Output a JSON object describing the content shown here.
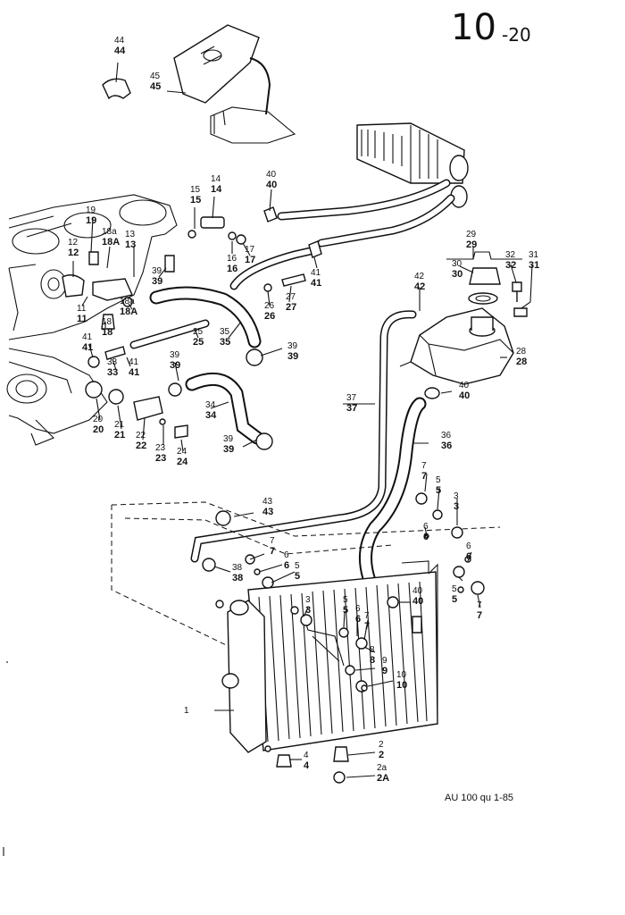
{
  "header": {
    "section": "10",
    "subsection": "-20"
  },
  "footer": {
    "reference": "AU 100 qu 1-85"
  },
  "labels": [
    {
      "key": "p44",
      "a": "44",
      "b": "44"
    },
    {
      "key": "p45",
      "a": "45",
      "b": "45"
    },
    {
      "key": "p14",
      "a": "14",
      "b": "14"
    },
    {
      "key": "p15",
      "a": "15",
      "b": "15"
    },
    {
      "key": "p40a",
      "a": "40",
      "b": "40"
    },
    {
      "key": "p19",
      "a": "19",
      "b": "19"
    },
    {
      "key": "p18a",
      "a": "18a",
      "b": "18A"
    },
    {
      "key": "p13",
      "a": "13",
      "b": "13"
    },
    {
      "key": "p12",
      "a": "12",
      "b": "12"
    },
    {
      "key": "p16",
      "a": "16",
      "b": "16"
    },
    {
      "key": "p17",
      "a": "17",
      "b": "17"
    },
    {
      "key": "p41a",
      "a": "41",
      "b": "41"
    },
    {
      "key": "p39a",
      "a": "39",
      "b": "39"
    },
    {
      "key": "p18ab",
      "a": "18a",
      "b": "18A"
    },
    {
      "key": "p18",
      "a": "18",
      "b": "18"
    },
    {
      "key": "p11",
      "a": "11",
      "b": "11"
    },
    {
      "key": "p27",
      "a": "27",
      "b": "27"
    },
    {
      "key": "p26",
      "a": "26",
      "b": "26"
    },
    {
      "key": "p25",
      "a": "25",
      "b": "25"
    },
    {
      "key": "p35",
      "a": "35",
      "b": "35"
    },
    {
      "key": "p39b",
      "a": "39",
      "b": "39"
    },
    {
      "key": "p41b",
      "a": "41",
      "b": "41"
    },
    {
      "key": "p41c",
      "a": "41",
      "b": "41"
    },
    {
      "key": "p33",
      "a": "33",
      "b": "33"
    },
    {
      "key": "p39c",
      "a": "39",
      "b": "39"
    },
    {
      "key": "p34",
      "a": "34",
      "b": "34"
    },
    {
      "key": "p20",
      "a": "20",
      "b": "20"
    },
    {
      "key": "p21",
      "a": "21",
      "b": "21"
    },
    {
      "key": "p22",
      "a": "22",
      "b": "22"
    },
    {
      "key": "p23",
      "a": "23",
      "b": "23"
    },
    {
      "key": "p24",
      "a": "24",
      "b": "24"
    },
    {
      "key": "p39d",
      "a": "39",
      "b": "39"
    },
    {
      "key": "p29",
      "a": "29",
      "b": "29"
    },
    {
      "key": "p30",
      "a": "30",
      "b": "30"
    },
    {
      "key": "p32",
      "a": "32",
      "b": "32"
    },
    {
      "key": "p31",
      "a": "31",
      "b": "31"
    },
    {
      "key": "p42",
      "a": "42",
      "b": "42"
    },
    {
      "key": "p28",
      "a": "28",
      "b": "28"
    },
    {
      "key": "p40b",
      "a": "40",
      "b": "40"
    },
    {
      "key": "p37",
      "a": "37",
      "b": "37"
    },
    {
      "key": "p36",
      "a": "36",
      "b": "36"
    },
    {
      "key": "p7a",
      "a": "7",
      "b": "7"
    },
    {
      "key": "p5a",
      "a": "5",
      "b": "5"
    },
    {
      "key": "p3a",
      "a": "3",
      "b": "3"
    },
    {
      "key": "p6a",
      "a": "6",
      "b": "6"
    },
    {
      "key": "p43",
      "a": "43",
      "b": "43"
    },
    {
      "key": "p7b",
      "a": "7",
      "b": "7"
    },
    {
      "key": "p6b",
      "a": "6",
      "b": "6"
    },
    {
      "key": "p38",
      "a": "38",
      "b": "38"
    },
    {
      "key": "p5b",
      "a": "5",
      "b": "5"
    },
    {
      "key": "p6c",
      "a": "6",
      "b": "6"
    },
    {
      "key": "p5c",
      "a": "5",
      "b": "5"
    },
    {
      "key": "p7c",
      "a": "7",
      "b": "7"
    },
    {
      "key": "p40c",
      "a": "40",
      "b": "40"
    },
    {
      "key": "p3b",
      "a": "3",
      "b": "3"
    },
    {
      "key": "p5d",
      "a": "5",
      "b": "5"
    },
    {
      "key": "p6d",
      "a": "6",
      "b": "6"
    },
    {
      "key": "p7d",
      "a": "7",
      "b": "7"
    },
    {
      "key": "p8",
      "a": "8",
      "b": "8"
    },
    {
      "key": "p9",
      "a": "9",
      "b": "9"
    },
    {
      "key": "p10",
      "a": "10",
      "b": "10"
    },
    {
      "key": "p1",
      "a": "1",
      "b": ""
    },
    {
      "key": "p2",
      "a": "2",
      "b": "2"
    },
    {
      "key": "p4",
      "a": "4",
      "b": "4"
    },
    {
      "key": "p2a",
      "a": "2a",
      "b": "2A"
    }
  ]
}
